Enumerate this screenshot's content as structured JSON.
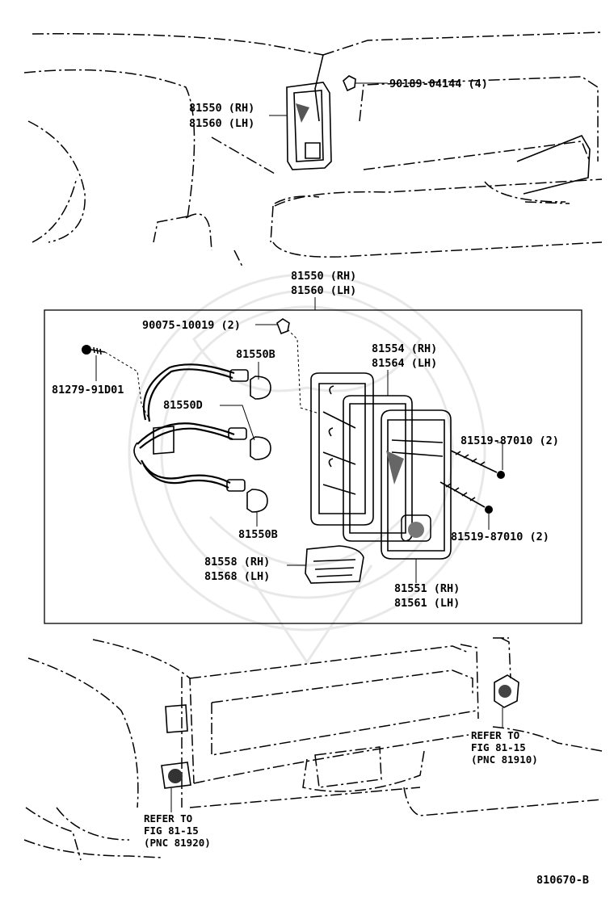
{
  "callouts": {
    "top_lamp_rh": "81550 (RH)",
    "top_lamp_lh": "81560 (LH)",
    "top_clip": "90189-04144 (4)",
    "assy_rh": "81550 (RH)",
    "assy_lh": "81560 (LH)",
    "grommet": "90075-10019 (2)",
    "lens_gasket_rh": "81554 (RH)",
    "lens_gasket_lh": "81564 (LH)",
    "screw_left": "81279-91D01",
    "bulb_b_top": "81550B",
    "bulb_d": "81550D",
    "bulb_b_bottom": "81550B",
    "screw_upper": "81519-87010 (2)",
    "screw_lower": "81519-87010 (2)",
    "reflector_rh": "81558 (RH)",
    "reflector_lh": "81568 (LH)",
    "housing_rh": "81551 (RH)",
    "housing_lh": "81561 (LH)",
    "refer_right_1": "REFER TO",
    "refer_right_2": "FIG 81-15",
    "refer_right_3": "(PNC 81910)",
    "refer_left_1": "REFER TO",
    "refer_left_2": "FIG 81-15",
    "refer_left_3": "(PNC 81920)",
    "figure_code": "810670-B"
  },
  "colors": {
    "ink": "#000000",
    "watermark": "#e8e8e8",
    "background": "#ffffff"
  }
}
